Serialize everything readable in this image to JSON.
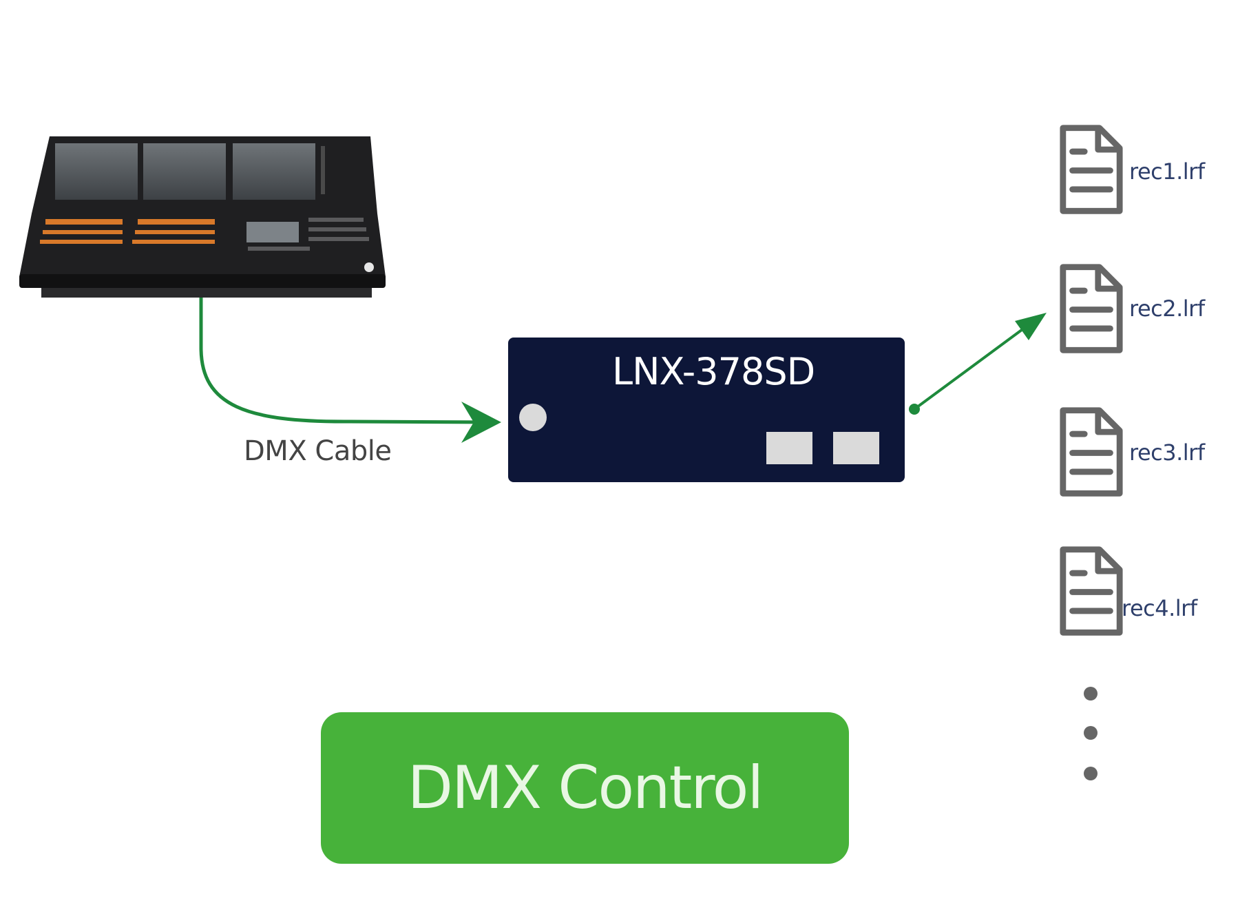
{
  "colors": {
    "arrow": "#1e8a3c",
    "device": "#0d1638",
    "device_port": "#dadada",
    "file_icon": "#666666",
    "file_label": "#2e3f6b",
    "control_button": "#47b23a",
    "cable_label": "#444444"
  },
  "console": {
    "icon": "lighting-console-icon"
  },
  "cable": {
    "label": "DMX Cable"
  },
  "device": {
    "label": "LNX-378SD"
  },
  "files": [
    {
      "name": "rec1.lrf",
      "icon": "document-icon"
    },
    {
      "name": "rec2.lrf",
      "icon": "document-icon"
    },
    {
      "name": "rec3.lrf",
      "icon": "document-icon"
    },
    {
      "name": "rec4.lrf",
      "icon": "document-icon"
    }
  ],
  "more": {
    "icon": "vertical-ellipsis-icon"
  },
  "control": {
    "label": "DMX Control"
  }
}
